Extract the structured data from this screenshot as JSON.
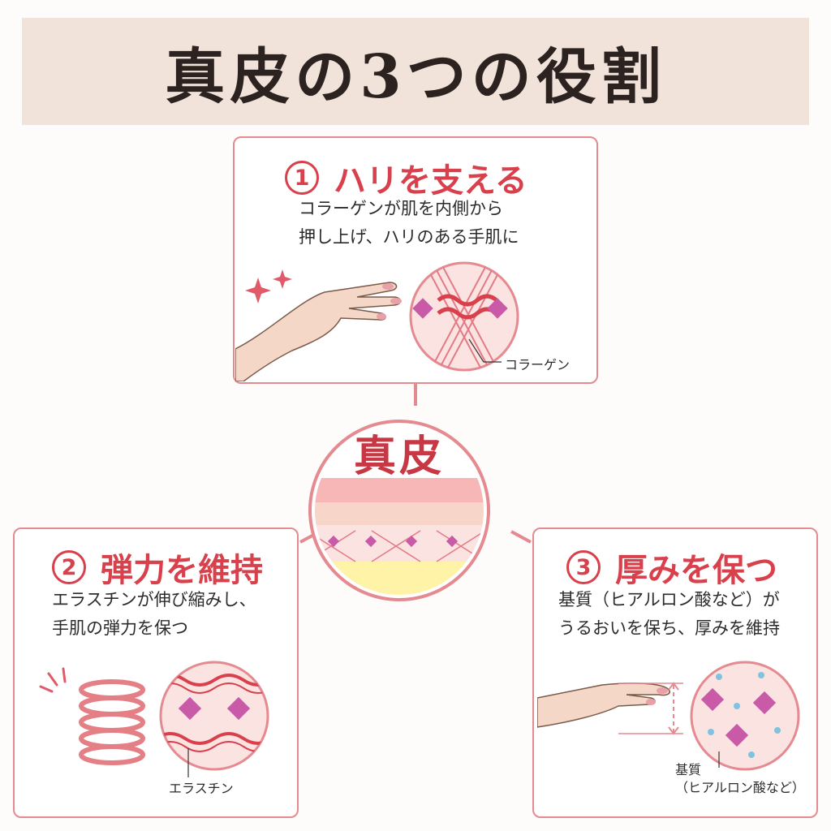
{
  "header": {
    "title": "真皮の3つの役割"
  },
  "center": {
    "title": "真皮"
  },
  "roles": [
    {
      "number": "1",
      "title": "ハリを支える",
      "desc": [
        "コラーゲンが肌を内側から",
        "押し上げ、ハリのある手肌に"
      ],
      "label": "コラーゲン",
      "icons": [
        "sparkle-icon",
        "hand-icon",
        "collagen-fiber-circle"
      ]
    },
    {
      "number": "2",
      "title": "弾力を維持",
      "desc": [
        "エラスチンが伸び縮みし、",
        "手肌の弾力を保つ"
      ],
      "label": "エラスチン",
      "icons": [
        "spring-icon",
        "elastin-fiber-circle"
      ]
    },
    {
      "number": "3",
      "title": "厚みを保つ",
      "desc": [
        "基質（ヒアルロン酸など）が",
        "うるおいを保ち、厚みを維持"
      ],
      "label": [
        "基質",
        "（ヒアルロン酸など）"
      ],
      "icons": [
        "hand-icon",
        "matrix-circle"
      ]
    }
  ],
  "colors": {
    "banner": "#f1e3da",
    "accent": "#d8404c",
    "border": "#e48a90",
    "circle_fill": "#fbe3e2",
    "cell": "#c85aa8"
  }
}
